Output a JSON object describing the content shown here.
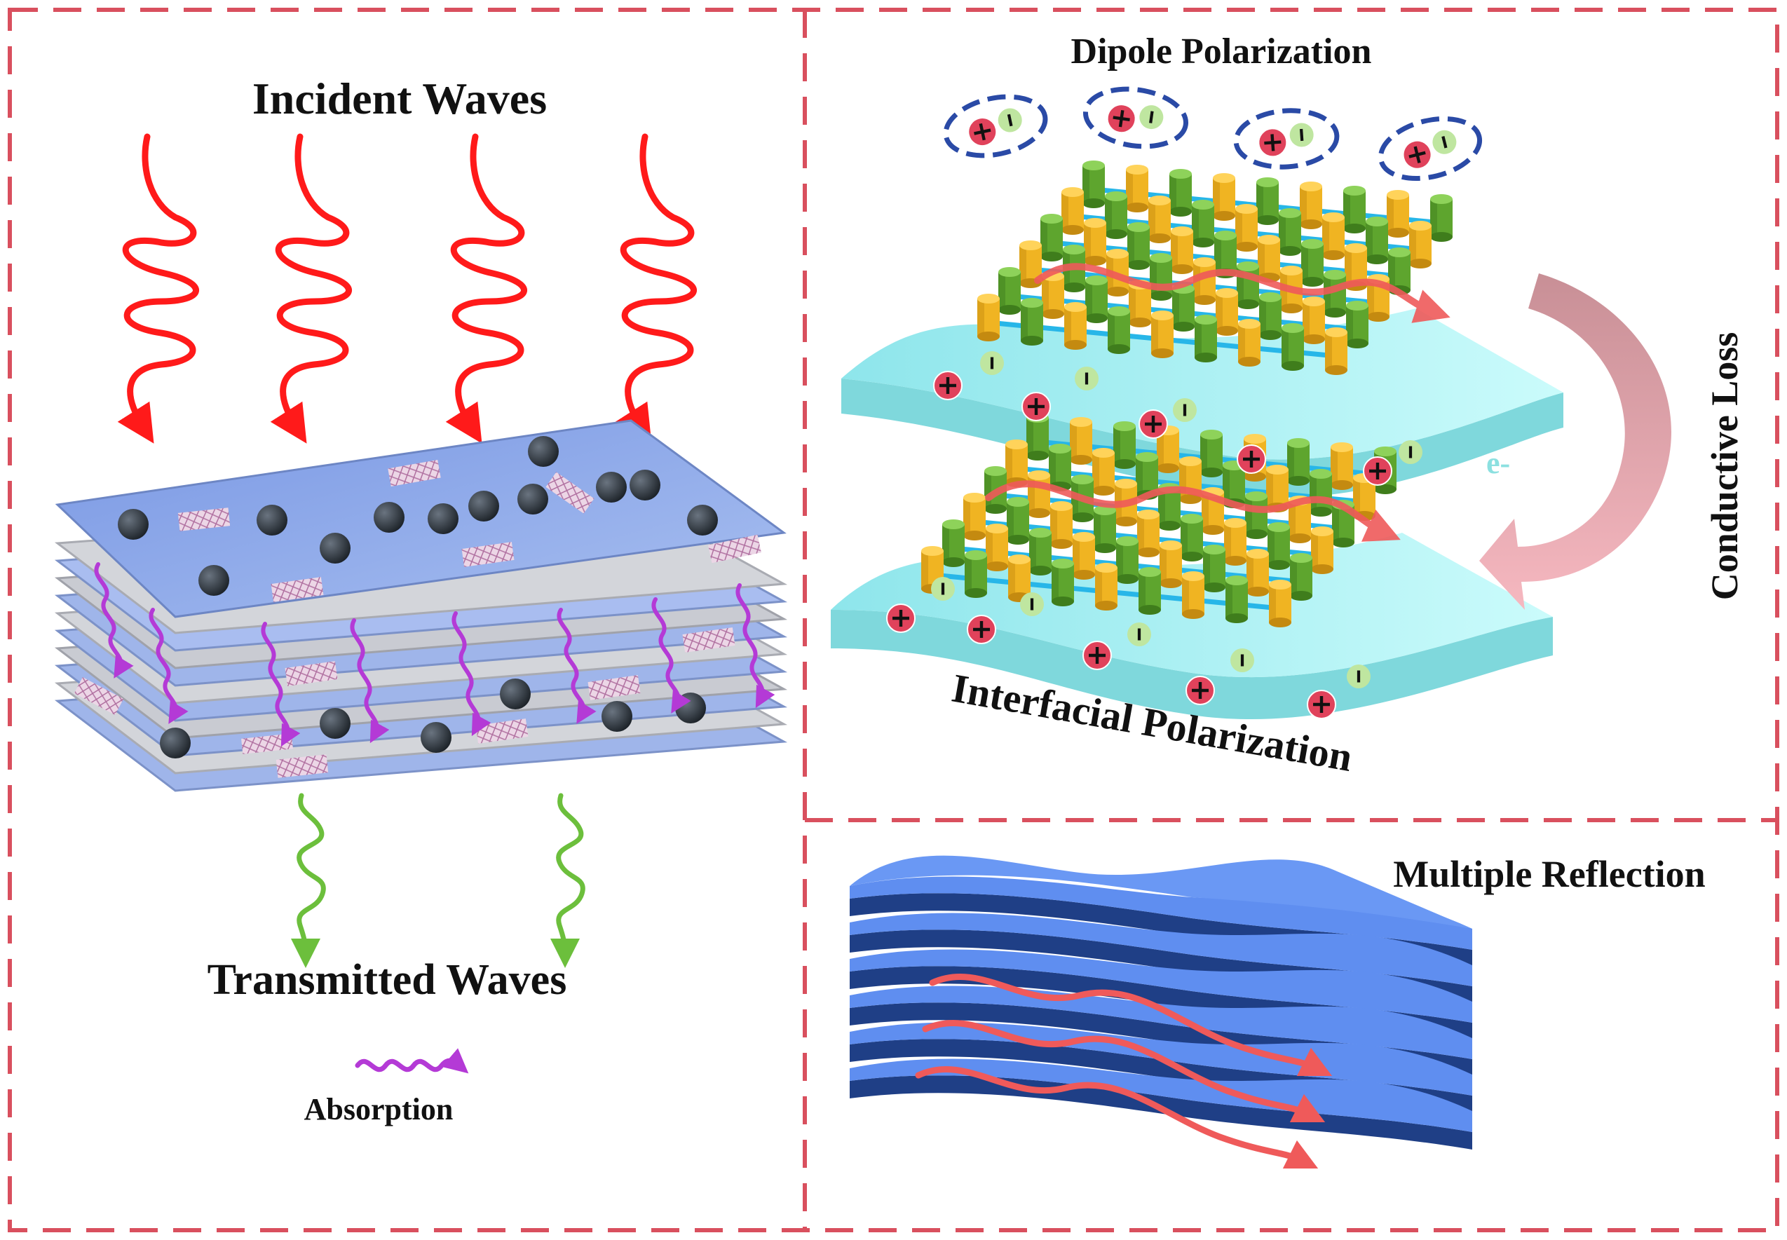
{
  "labels": {
    "incident": "Incident Waves",
    "transmitted": "Transmitted Waves",
    "absorption": "Absorption",
    "dipole": "Dipole Polarization",
    "interfacial": "Interfacial Polarization",
    "conductive": "Conductive Loss",
    "electron": "e-",
    "multiple": "Multiple Reflection"
  },
  "colors": {
    "frame": "#d9505e",
    "incident_wave": "#ff1a1a",
    "transmitted_wave": "#6cbf3c",
    "absorption_wave": "#b43ad6",
    "sheet_blue": "#8aa8ec",
    "sheet_gray": "#c9cbd2",
    "sheet_cyan": "#a8f2f2",
    "pillar_green": "#5ea52e",
    "pillar_orange": "#f0b422",
    "link_blue": "#27b6e8",
    "dipole_ring": "#2a4aa6",
    "positive_charge": "#e0425b",
    "negative_charge": "#bfe6a0",
    "reflection_sheet": "#5f8ef0",
    "reflection_wave": "#ef5a5a",
    "conductive_arrow": "#e8a0a8",
    "electron_text": "#8ce0e0"
  },
  "icons": [
    "plus-charge-icon",
    "minus-charge-icon",
    "wave-arrow-icon",
    "curved-arrow-icon"
  ]
}
